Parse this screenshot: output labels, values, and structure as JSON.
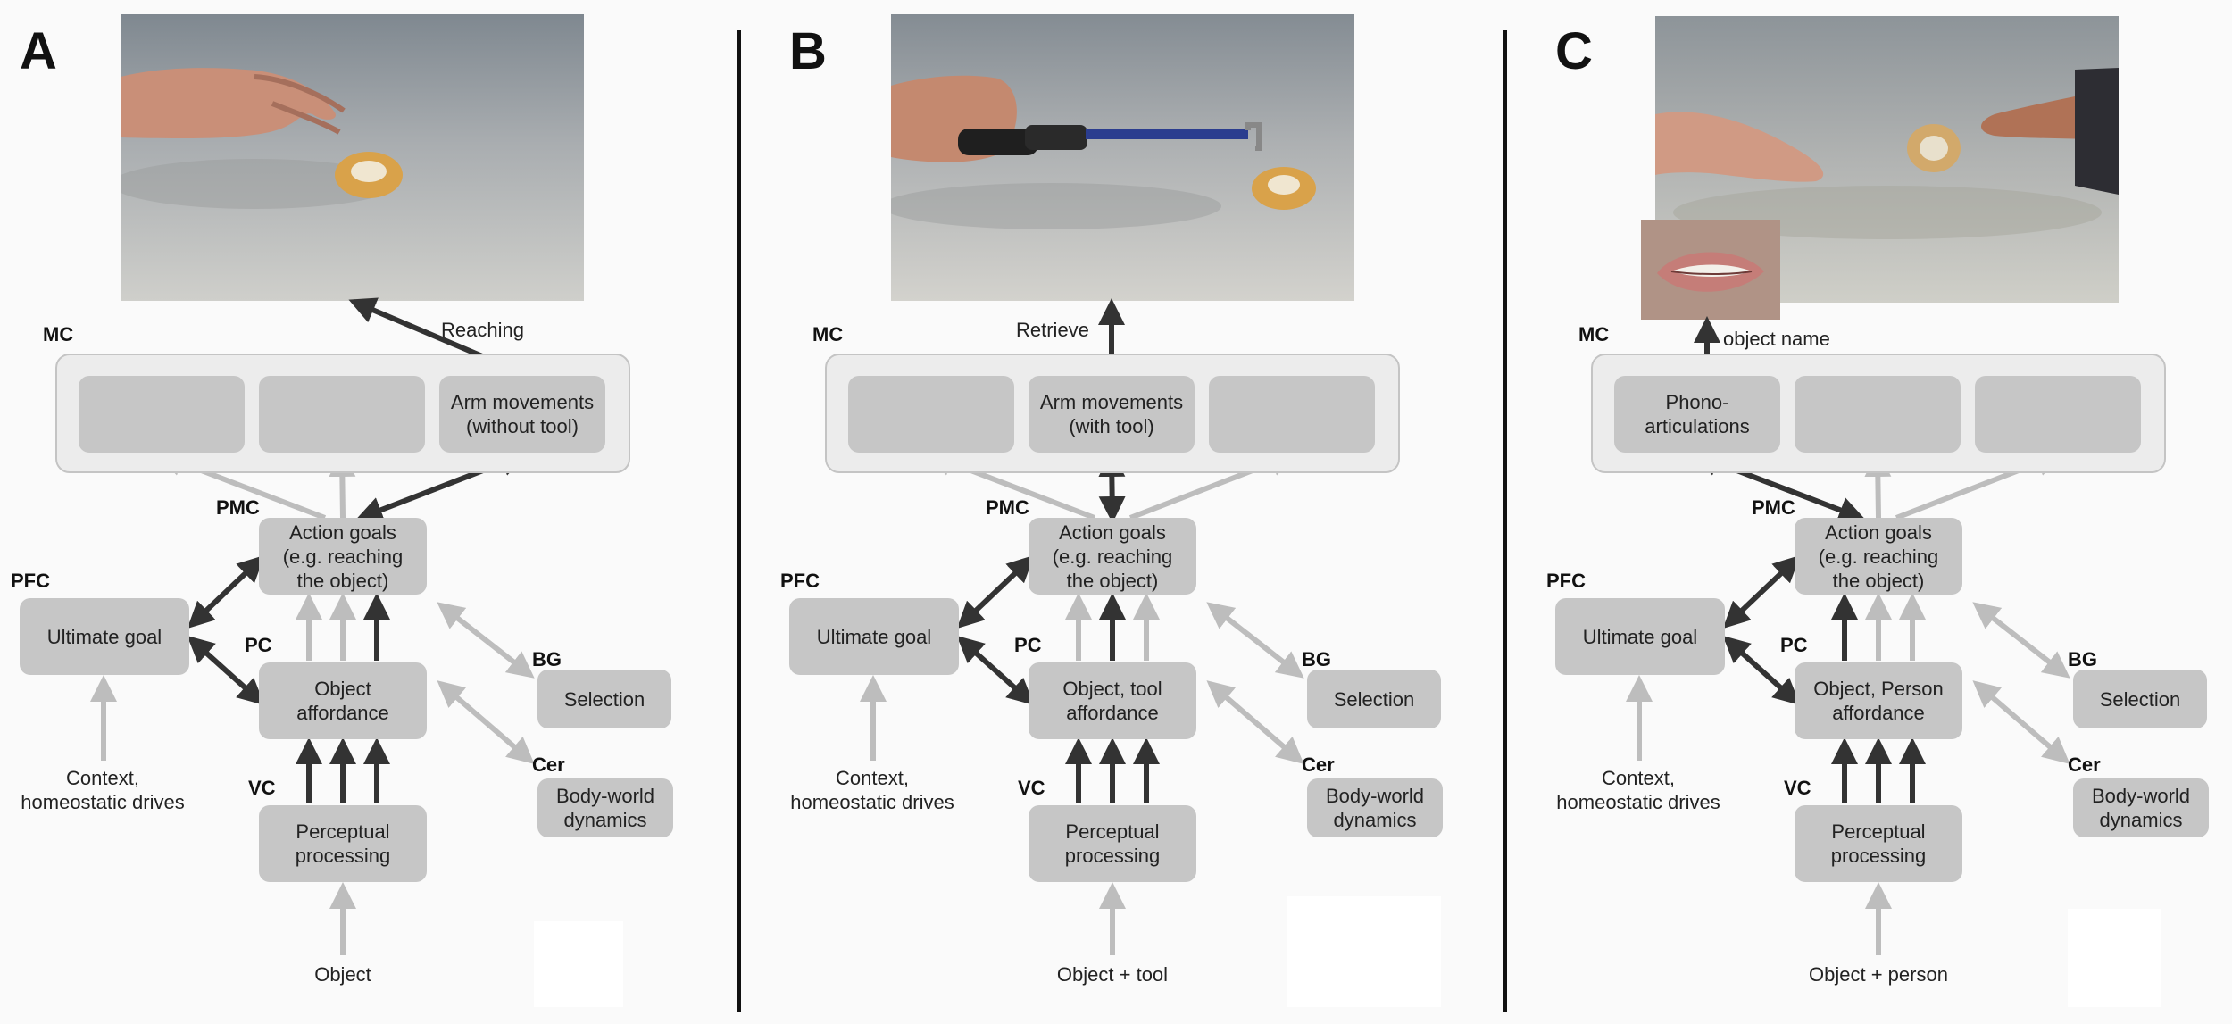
{
  "colors": {
    "box": "#c6c6c6",
    "container": "#ececec",
    "dark_arrow": "#333333",
    "light_arrow": "#bdbdbd",
    "background": "#fafafa"
  },
  "panels": [
    {
      "letter": "A",
      "photo_description_icon": "hand-reaching-tape-photo",
      "mc_label": "MC",
      "mc_boxes": [
        "",
        "",
        "Arm movements\n(without tool)"
      ],
      "output_label": "Reaching",
      "pmc_label": "PMC",
      "action_goals": "Action goals\n(e.g. reaching\nthe object)",
      "pfc_label": "PFC",
      "ultimate_goal": "Ultimate goal",
      "pc_label": "PC",
      "affordance": "Object\naffordance",
      "bg_label": "BG",
      "selection": "Selection",
      "cer_label": "Cer",
      "body_world": "Body-world\ndynamics",
      "vc_label": "VC",
      "perceptual": "Perceptual\nprocessing",
      "context": "Context,\nhomeostatic drives",
      "input": "Object"
    },
    {
      "letter": "B",
      "photo_description_icon": "hand-tool-retrieve-photo",
      "mc_label": "MC",
      "mc_boxes": [
        "",
        "Arm movements\n(with tool)",
        ""
      ],
      "output_label": "Retrieve",
      "pmc_label": "PMC",
      "action_goals": "Action goals\n(e.g. reaching\nthe object)",
      "pfc_label": "PFC",
      "ultimate_goal": "Ultimate goal",
      "pc_label": "PC",
      "affordance": "Object, tool\naffordance",
      "bg_label": "BG",
      "selection": "Selection",
      "cer_label": "Cer",
      "body_world": "Body-world\ndynamics",
      "vc_label": "VC",
      "perceptual": "Perceptual\nprocessing",
      "context": "Context,\nhomeostatic drives",
      "input": "Object + tool"
    },
    {
      "letter": "C",
      "photo_description_icon": "two-hands-tape-photo",
      "mc_label": "MC",
      "mc_boxes": [
        "Phono-\narticulations",
        "",
        ""
      ],
      "output_label": "object name",
      "pmc_label": "PMC",
      "action_goals": "Action goals\n(e.g. reaching\nthe object)",
      "pfc_label": "PFC",
      "ultimate_goal": "Ultimate goal",
      "pc_label": "PC",
      "affordance": "Object, Person\naffordance",
      "bg_label": "BG",
      "selection": "Selection",
      "cer_label": "Cer",
      "body_world": "Body-world\ndynamics",
      "vc_label": "VC",
      "perceptual": "Perceptual\nprocessing",
      "context": "Context,\nhomeostatic drives",
      "input": "Object + person"
    }
  ]
}
